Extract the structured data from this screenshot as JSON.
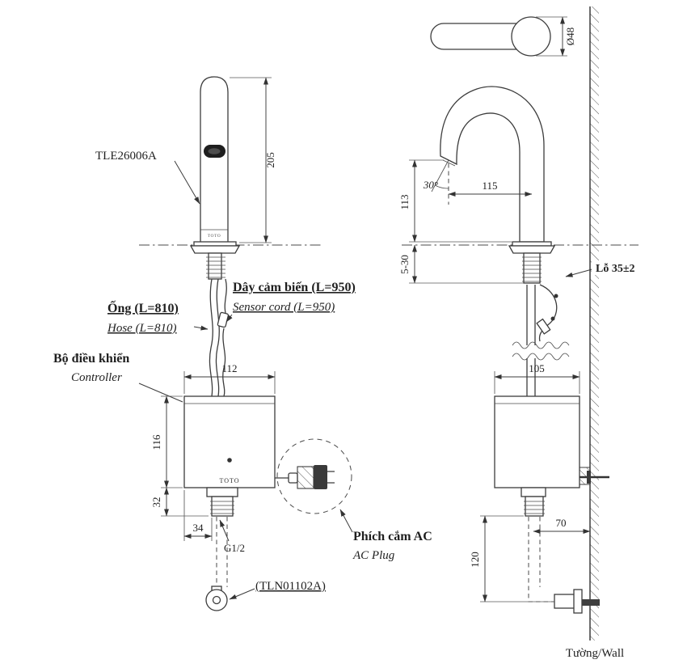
{
  "page": {
    "background": "#ffffff",
    "line_color": "#3c3c3c"
  },
  "drawing": {
    "brand": "TOTO",
    "product_code": "TLE26006A",
    "labels": {
      "sensor_cord_vi": "Dây cảm biến (L=950)",
      "sensor_cord_en": "Sensor cord (L=950)",
      "hose_vi": "Ống (L=810)",
      "hose_en": "Hose (L=810)",
      "controller_vi": "Bộ điều khiển",
      "controller_en": "Controller",
      "ac_plug_vi": "Phích cắm AC",
      "ac_plug_en": "AC Plug",
      "thread": "G1/2",
      "stop_valve_code": "(TLN01102A)",
      "hole": "Lỗ 35±2",
      "wall": "Tường/Wall"
    },
    "dimensions": {
      "spout_height": "205",
      "controller_width": "112",
      "controller_height": "116",
      "controller_bottom": "32",
      "shank_offset": "34",
      "spout_diameter": "Ø48",
      "outlet_height": "113",
      "outlet_angle": "30°",
      "reach": "115",
      "deck_thickness": "5-30",
      "controller_depth": "105",
      "outlet_to_wall": "70",
      "supply_drop": "120"
    }
  }
}
